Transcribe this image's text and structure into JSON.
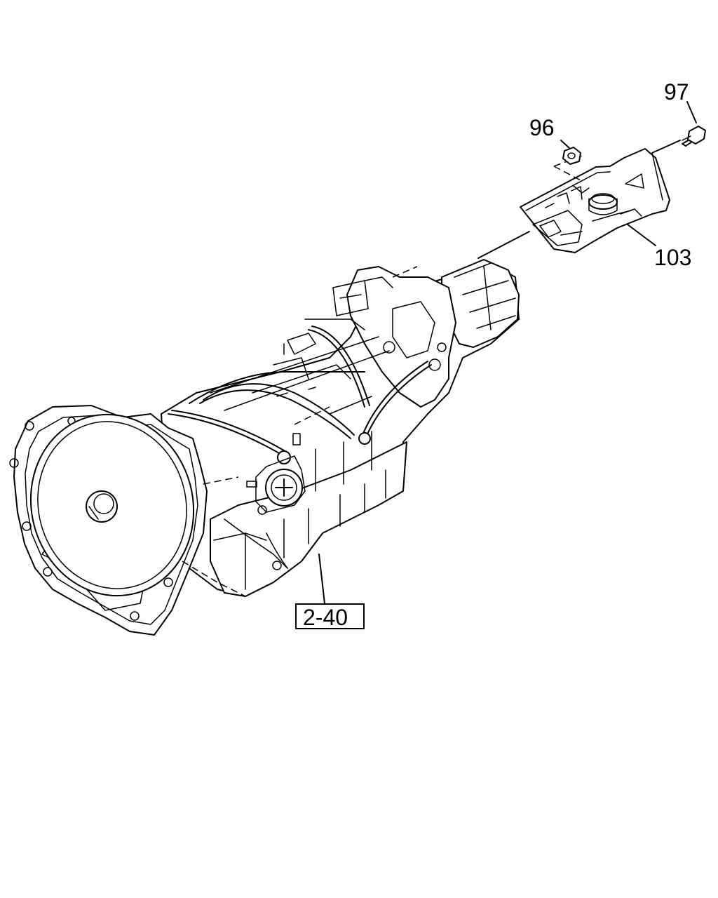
{
  "callouts": {
    "bolt": "97",
    "nut": "96",
    "bracket": "103",
    "reference": "2-40"
  }
}
